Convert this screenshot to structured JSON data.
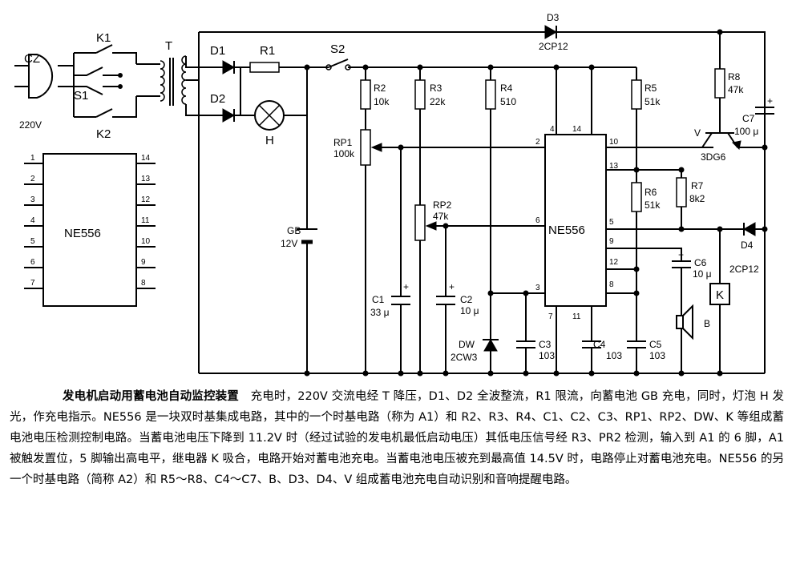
{
  "diagram": {
    "mains": {
      "plug": "CZ",
      "voltage": "220V",
      "switches": [
        "K1",
        "S1",
        "K2"
      ],
      "transformer": "T"
    },
    "diodes": {
      "d1": "D1",
      "d2": "D2",
      "d3": "D3",
      "d3_type": "2CP12",
      "d4": "D4",
      "d4_type": "2CP12"
    },
    "r1": "R1",
    "lamp": "H",
    "s2": "S2",
    "battery": {
      "name": "GB",
      "voltage": "12V"
    },
    "resistors": {
      "r2": "R2",
      "r2v": "10k",
      "r3": "R3",
      "r3v": "22k",
      "r4": "R4",
      "r4v": "510",
      "r5": "R5",
      "r5v": "51k",
      "r6": "R6",
      "r6v": "51k",
      "r7": "R7",
      "r7v": "8k2",
      "r8": "R8",
      "r8v": "47k"
    },
    "pots": {
      "rp1": "RP1",
      "rp1v": "100k",
      "rp2": "RP2",
      "rp2v": "47k"
    },
    "caps": {
      "c1": "C1",
      "c1v": "33 μ",
      "c2": "C2",
      "c2v": "10 μ",
      "c3": "C3",
      "c3v": "103",
      "c4": "C4",
      "c4v": "103",
      "c5": "C5",
      "c5v": "103",
      "c6": "C6",
      "c6v": "10 μ",
      "c7": "C7",
      "c7v": "100 μ",
      "plus": "+",
      "minus": "−"
    },
    "zener": {
      "name": "DW",
      "type": "2CW3"
    },
    "transistor": {
      "name": "V",
      "type": "3DG6"
    },
    "relay": "K",
    "speaker": "B",
    "ic": {
      "name": "NE556",
      "pins": {
        "p2": "2",
        "p3": "3",
        "p4": "4",
        "p5": "5",
        "p6": "6",
        "p7": "7",
        "p8": "8",
        "p9": "9",
        "p10": "10",
        "p11": "11",
        "p12": "12",
        "p13": "13",
        "p14": "14"
      }
    },
    "pinout": {
      "name": "NE556",
      "left_pins": [
        "1",
        "2",
        "3",
        "4",
        "5",
        "6",
        "7"
      ],
      "right_pins": [
        "14",
        "13",
        "12",
        "11",
        "10",
        "9",
        "8"
      ]
    }
  },
  "caption": {
    "title": "发电机启动用蓄电池自动监控装置",
    "body": "充电时，220V 交流电经 T 降压，D1、D2 全波整流，R1 限流，向蓄电池 GB 充电，同时，灯泡 H 发光，作充电指示。NE556 是一块双时基集成电路，其中的一个时基电路（称为 A1）和 R2、R3、R4、C1、C2、C3、RP1、RP2、DW、K 等组成蓄电池电压检测控制电路。当蓄电池电压下降到 11.2V 时（经过试验的发电机最低启动电压）其低电压信号经 R3、PR2 检测，输入到 A1 的 6 脚，A1 被触发置位，5 脚输出高电平，继电器 K 吸合，电路开始对蓄电池充电。当蓄电池电压被充到最高值 14.5V 时，电路停止对蓄电池充电。NE556 的另一个时基电路（简称 A2）和 R5～R8、C4～C7、B、D3、D4、V 组成蓄电池充电自动识别和音响提醒电路。"
  }
}
